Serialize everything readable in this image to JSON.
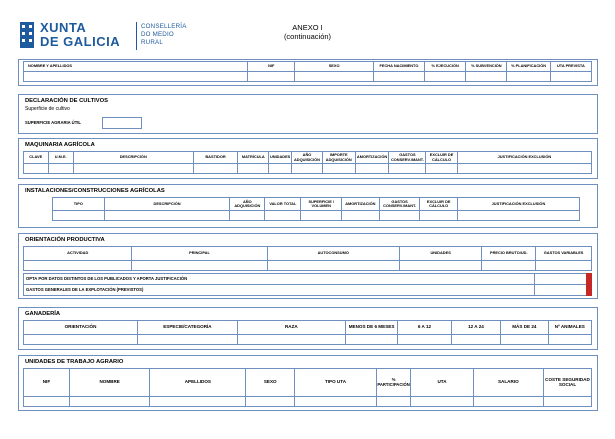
{
  "header": {
    "logo_text_1": "XUNTA",
    "logo_text_2": "DE GALICIA",
    "consellaria_1": "CONSELLERÍA",
    "consellaria_2": "DO MEDIO",
    "consellaria_3": "RURAL",
    "title_1": "ANEXO I",
    "title_2": "(continuación)"
  },
  "personal": {
    "columns": [
      "NOMBRE Y APELLIDOS",
      "NIF",
      "SEXO",
      "FECHA NACIMIENTO",
      "% EJECUCIÓN",
      "% SUBVENCIÓN",
      "% PLANIFICACIÓN",
      "UTA PREVISTA"
    ]
  },
  "cultivos": {
    "title": "DECLARACIÓN DE CULTIVOS",
    "subtitle": "Superficie de cultivo",
    "sau_label": "SUPERFICIE AGRARIA ÚTIL"
  },
  "maquinaria": {
    "title": "MAQUINARIA AGRÍCOLA",
    "columns": [
      "CLAVE",
      "U.M.E.",
      "DESCRIPCIÓN",
      "BASTIDOR",
      "MATRÍCULA",
      "UNIDADES",
      "AÑO ADQUISICIÓN",
      "IMPORTE ADQUISICIÓN",
      "AMORTIZACIÓN",
      "GASTOS CONSERV./MANT.",
      "EXCLUIR DE CÁLCULO",
      "JUSTIFICACIÓN EXCLUSIÓN"
    ]
  },
  "instalaciones": {
    "title": "INSTALACIONES/CONSTRUCCIONES AGRÍCOLAS",
    "columns": [
      "TIPO",
      "DESCRIPCIÓN",
      "AÑO ADQUISICIÓN",
      "VALOR TOTAL",
      "SUPERFICIE / VOLUMEN",
      "AMORTIZACIÓN",
      "GASTOS CONSERV./MANT.",
      "EXCLUIR DE CÁLCULO",
      "JUSTIFICACIÓN EXCLUSIÓN"
    ]
  },
  "orientacion": {
    "title": "ORIENTACIÓN PRODUCTIVA",
    "columns": [
      "ACTIVIDAD",
      "PRINCIPAL",
      "AUTOCONSUMO",
      "UNIDADES",
      "PRECIO BRUTO/UD.",
      "GASTOS VARIABLES"
    ],
    "opta_label": "OPTA POR DATOS DISTINTOS DE LOS PUBLICADOS Y APORTA JUSTIFICACIÓN",
    "gastos_label": "GASTOS GENERALES DE LA EXPLOTACIÓN (PREVISTOS)"
  },
  "ganaderia": {
    "title": "GANADERÍA",
    "columns": [
      "ORIENTACIÓN",
      "ESPECIE/CATEGORÍA",
      "RAZA",
      "MENOS DE 6 MESES",
      "6 A 12",
      "12 A 24",
      "MÁS DE 24",
      "Nº ANIMALES"
    ]
  },
  "trabajo": {
    "title": "UNIDADES DE TRABAJO AGRARIO",
    "columns": [
      "NIF",
      "NOMBRE",
      "APELLIDOS",
      "SEXO",
      "TIPO UTA",
      "% PARTICIPACIÓN",
      "UTA",
      "SALARIO",
      "COSTE SEGURIDAD SOCIAL"
    ]
  },
  "colors": {
    "border": "#6f8fbf",
    "brand": "#1d5a9e",
    "red": "#c62828"
  }
}
